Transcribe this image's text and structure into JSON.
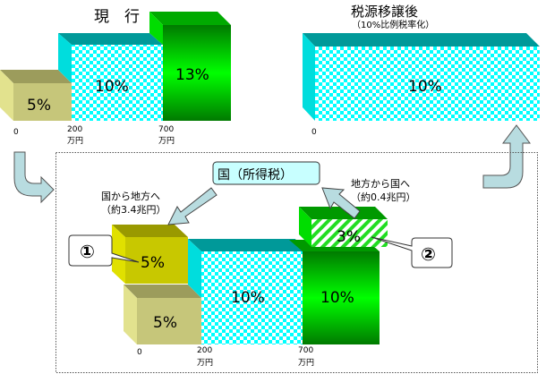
{
  "current": {
    "title": "現　行",
    "rates": [
      "5%",
      "10%",
      "13%"
    ],
    "axis": [
      "0",
      "200",
      "700"
    ],
    "unit": "万円"
  },
  "after": {
    "title": "税源移譲後",
    "subtitle": "（10%比例税率化）",
    "rate": "10%",
    "axis": [
      "0"
    ]
  },
  "detail": {
    "national_box": "国（所得税）",
    "to_local_line1": "国から地方へ",
    "to_local_line2": "（約3.4兆円）",
    "to_national_line1": "地方から国へ",
    "to_national_line2": "（約0.4兆円）",
    "callout1": "①",
    "callout2": "②",
    "rates": {
      "upper_low": "5%",
      "lower_low": "5%",
      "mid": "10%",
      "high": "10%",
      "hatched": "3%"
    },
    "axis": [
      "0",
      "200",
      "700"
    ],
    "unit": "万円"
  },
  "colors": {
    "khaki": "#c6c67a",
    "yellow": "#c8c800",
    "cyan": "#00e0e0",
    "green": "#00cc00",
    "arrow": "#b8dce0"
  }
}
